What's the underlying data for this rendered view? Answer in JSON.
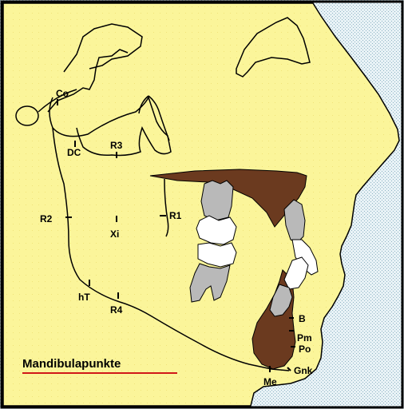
{
  "caption": "Mandibulapunkte",
  "points": {
    "co": "Co",
    "dc": "DC",
    "r3": "R3",
    "r2": "R2",
    "xi": "Xi",
    "r1": "R1",
    "ht": "hT",
    "r4": "R4",
    "b": "B",
    "pm": "Pm",
    "po": "Po",
    "gnk": "Gnk",
    "me": "Me"
  },
  "colors": {
    "face_fill": "#fbf59a",
    "background_pattern": "#a9c9d6",
    "border": "#000000",
    "bone_brown": "#6b3a1f",
    "tooth_root": "#b9b9b9",
    "tooth_crown": "#ffffff",
    "caption_underline": "#d01818"
  }
}
